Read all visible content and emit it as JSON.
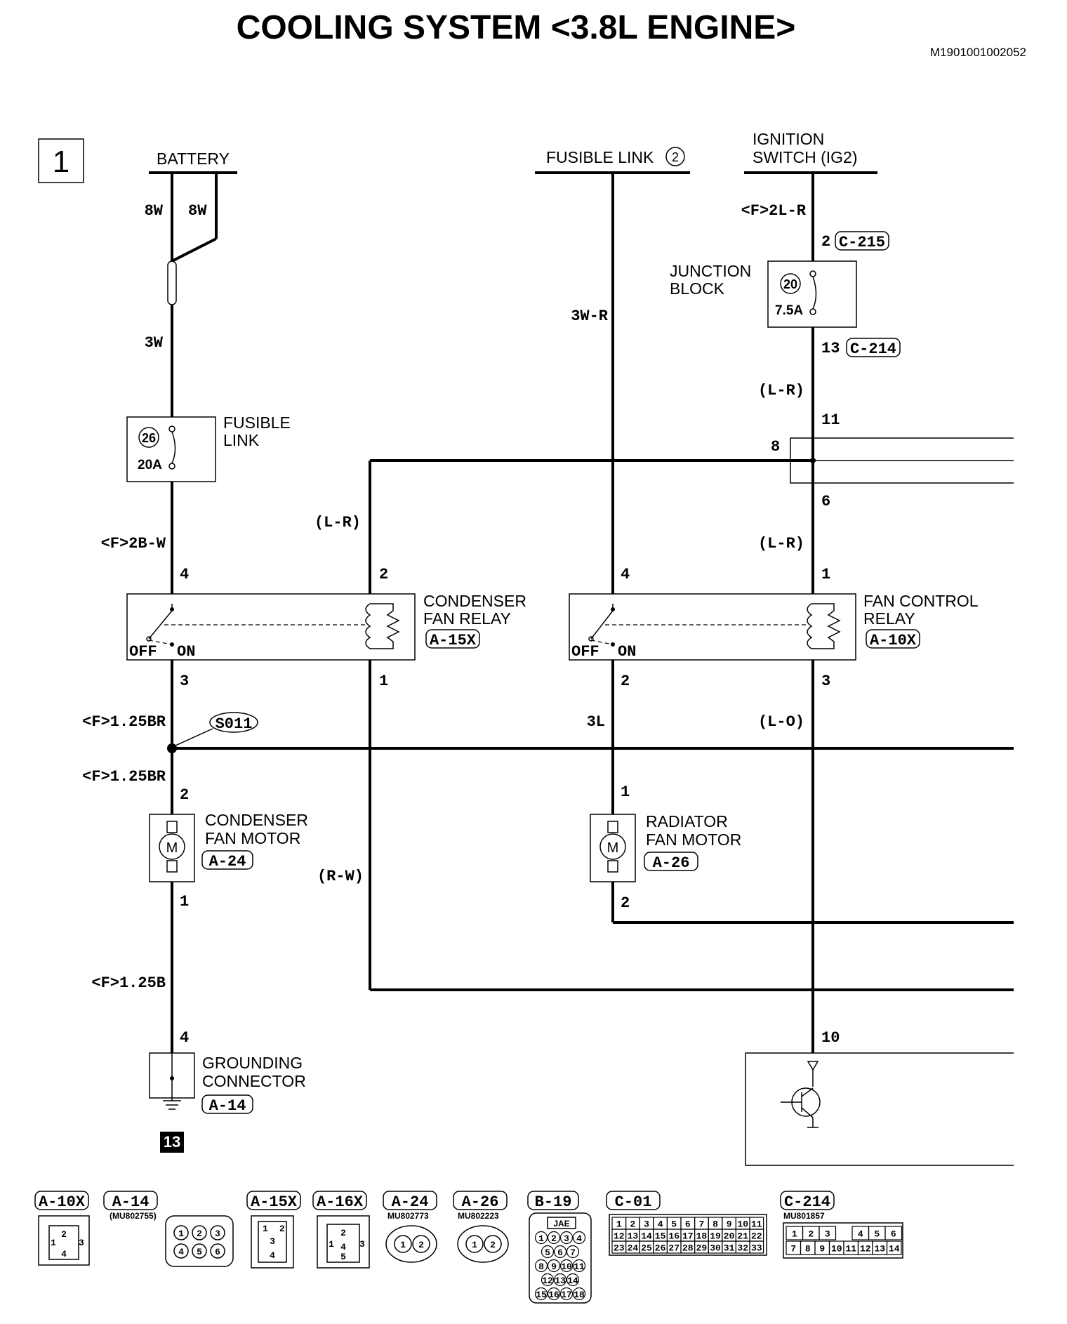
{
  "title": "COOLING SYSTEM <3.8L ENGINE>",
  "doc_id": "M1901001002052",
  "sheet_number": "1",
  "sources": {
    "battery": "BATTERY",
    "fusible_link_2": "FUSIBLE LINK",
    "fusible_link_2_num": "2",
    "ignition_line1": "IGNITION",
    "ignition_line2": "SWITCH (IG2)"
  },
  "wire_labels": {
    "battery_left": "8W",
    "battery_right": "8W",
    "battery_main": "3W",
    "fl_out": "<F>2B-W",
    "fl2_wire": "3W-R",
    "ig_wire": "<F>2L-R",
    "jb_out": "(L-R)",
    "cfr_coil_in": "(L-R)",
    "fcr_coil_in": "(L-R)",
    "cfr_out_top": "<F>1.25BR",
    "cfr_out_bottom": "<F>1.25BR",
    "rfr_out": "3L",
    "fcr_coil_out": "(L-O)",
    "cfr_coil_return": "(R-W)",
    "motor_ground": "<F>1.25B"
  },
  "pins": {
    "jb_in": "2",
    "jb_out": "13",
    "joint_in": "11",
    "joint_left": "8",
    "joint_out": "6",
    "cfr_switch_in": "4",
    "cfr_coil_in": "2",
    "cfr_switch_out": "3",
    "cfr_coil_out": "1",
    "rfr_switch_in": "4",
    "rfr_switch_out": "2",
    "fcr_coil_in": "1",
    "fcr_coil_out": "3",
    "cfm_in": "2",
    "cfm_out": "1",
    "rfm_in": "1",
    "rfm_out": "2",
    "ground_in": "4",
    "ecu_in": "10"
  },
  "components": {
    "fusible_link": {
      "line1": "FUSIBLE",
      "line2": "LINK",
      "number": "26",
      "rating": "20A"
    },
    "junction_block": {
      "line1": "JUNCTION",
      "line2": "BLOCK",
      "number": "20",
      "rating": "7.5A",
      "conn_in": "C-215",
      "conn_out": "C-214"
    },
    "condenser_fan_relay": {
      "line1": "CONDENSER",
      "line2": "FAN RELAY",
      "connector": "A-15X",
      "off": "OFF",
      "on": "ON"
    },
    "fan_control_relay": {
      "line1": "FAN CONTROL",
      "line2": "RELAY",
      "connector": "A-10X",
      "off": "OFF",
      "on": "ON"
    },
    "splice": "S011",
    "condenser_fan_motor": {
      "line1": "CONDENSER",
      "line2": "FAN MOTOR",
      "connector": "A-24",
      "symbol": "M"
    },
    "radiator_fan_motor": {
      "line1": "RADIATOR",
      "line2": "FAN MOTOR",
      "connector": "A-26",
      "symbol": "M"
    },
    "grounding_connector": {
      "line1": "GROUNDING",
      "line2": "CONNECTOR",
      "connector": "A-14",
      "ground_point": "13"
    }
  },
  "connector_legend": [
    {
      "id": "A-10X",
      "part": "",
      "pins": [
        "2",
        "1",
        "3",
        "4"
      ]
    },
    {
      "id": "A-14",
      "part": "(MU802755)",
      "pins": [
        "1",
        "2",
        "3",
        "4",
        "5",
        "6"
      ]
    },
    {
      "id": "A-15X",
      "part": "",
      "pins": [
        "1",
        "2",
        "3",
        "4"
      ]
    },
    {
      "id": "A-16X",
      "part": "",
      "pins": [
        "2",
        "1",
        "4",
        "3",
        "5"
      ]
    },
    {
      "id": "A-24",
      "part": "MU802773",
      "pins": [
        "1",
        "2"
      ]
    },
    {
      "id": "A-26",
      "part": "MU802223",
      "pins": [
        "1",
        "2"
      ]
    },
    {
      "id": "B-19",
      "part": "JAE",
      "pins": [
        "1",
        "2",
        "3",
        "4",
        "5",
        "6",
        "7",
        "8",
        "9",
        "10",
        "11",
        "12",
        "13",
        "14",
        "15",
        "16",
        "17",
        "18"
      ]
    },
    {
      "id": "C-01",
      "part": "",
      "pins": [
        "1",
        "2",
        "3",
        "4",
        "5",
        "6",
        "7",
        "8",
        "9",
        "10",
        "11",
        "12",
        "13",
        "14",
        "15",
        "16",
        "17",
        "18",
        "19",
        "20",
        "21",
        "22",
        "23",
        "24",
        "25",
        "26",
        "27",
        "28",
        "29",
        "30",
        "31",
        "32",
        "33"
      ]
    },
    {
      "id": "C-214",
      "part": "MU801857",
      "pins": [
        "1",
        "2",
        "3",
        "4",
        "5",
        "6",
        "7",
        "8",
        "9",
        "10",
        "11",
        "12",
        "13",
        "14"
      ]
    }
  ]
}
